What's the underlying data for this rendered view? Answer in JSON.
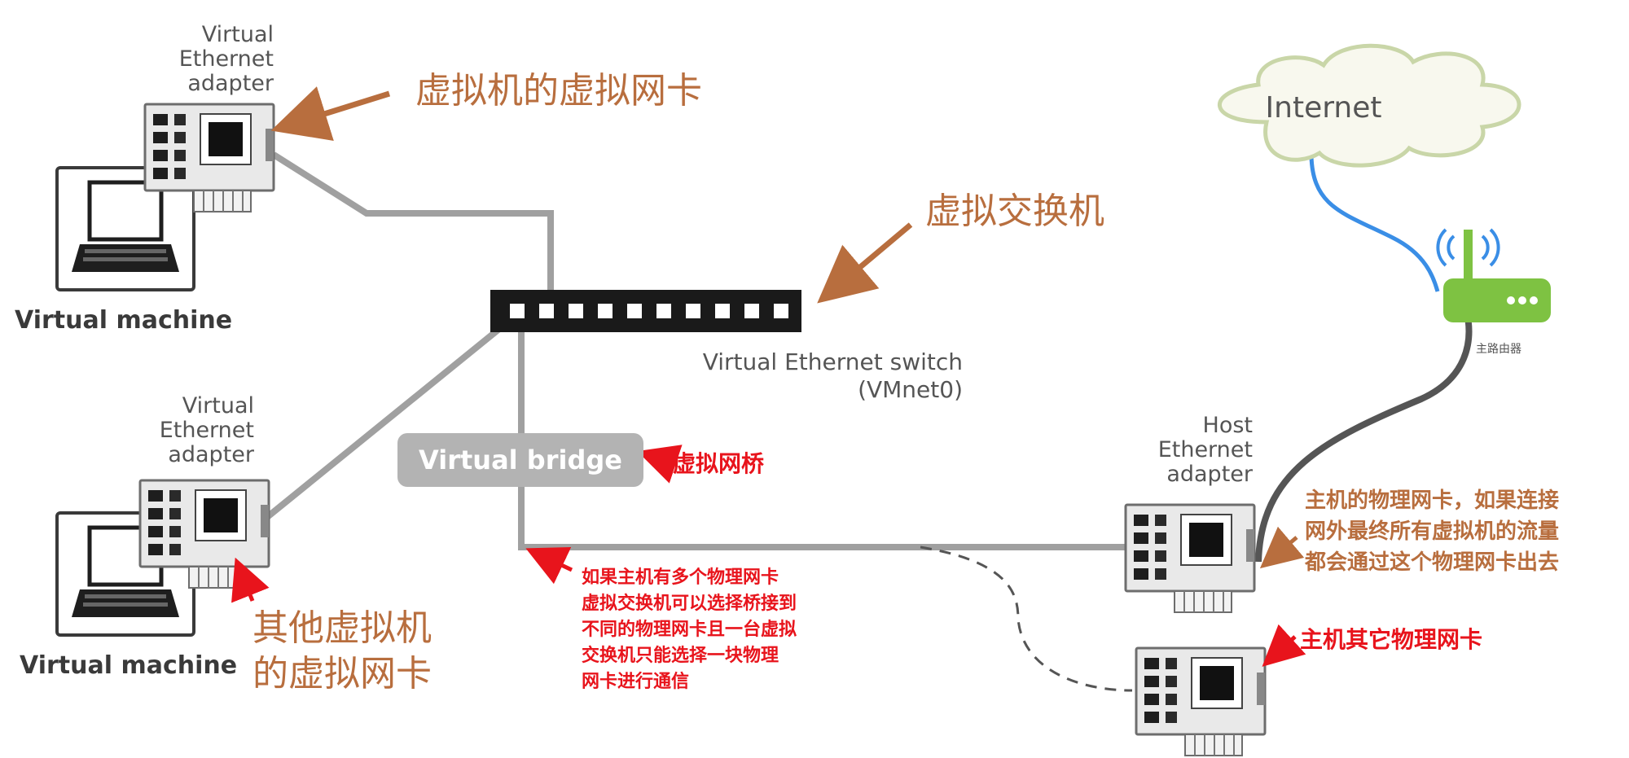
{
  "diagram": {
    "vm1": {
      "adapter_label": "Virtual\nEthernet\nadapter",
      "machine_label": "Virtual machine"
    },
    "vm2": {
      "adapter_label": "Virtual\nEthernet\nadapter",
      "machine_label": "Virtual machine"
    },
    "switch": {
      "label": "Virtual Ethernet switch\n(VMnet0)"
    },
    "bridge": {
      "label": "Virtual bridge"
    },
    "host_adapter": {
      "label": "Host\nEthernet\nadapter"
    },
    "internet": {
      "label": "Internet"
    },
    "router": {
      "label": "主路由器"
    },
    "annotations": {
      "vm_nic": "虚拟机的虚拟网卡",
      "virtual_switch": "虚拟交换机",
      "virtual_bridge": "虚拟网桥",
      "other_vm_nic": "其他虚拟机\n的虚拟网卡",
      "multi_nic_note": "如果主机有多个物理网卡\n虚拟交换机可以选择桥接到\n不同的物理网卡且一台虚拟\n交换机只能选择一块物理\n网卡进行通信",
      "host_nic_note": "主机的物理网卡，如果连接\n网外最终所有虚拟机的流量\n都会通过这个物理网卡出去",
      "other_host_nic": "主机其它物理网卡"
    },
    "colors": {
      "annotation_brown": "#b86e3e",
      "annotation_red": "#e8141c",
      "cable_grey": "#a0a0a0",
      "internet_link": "#3a8ee6",
      "router_green": "#7ec242"
    }
  }
}
